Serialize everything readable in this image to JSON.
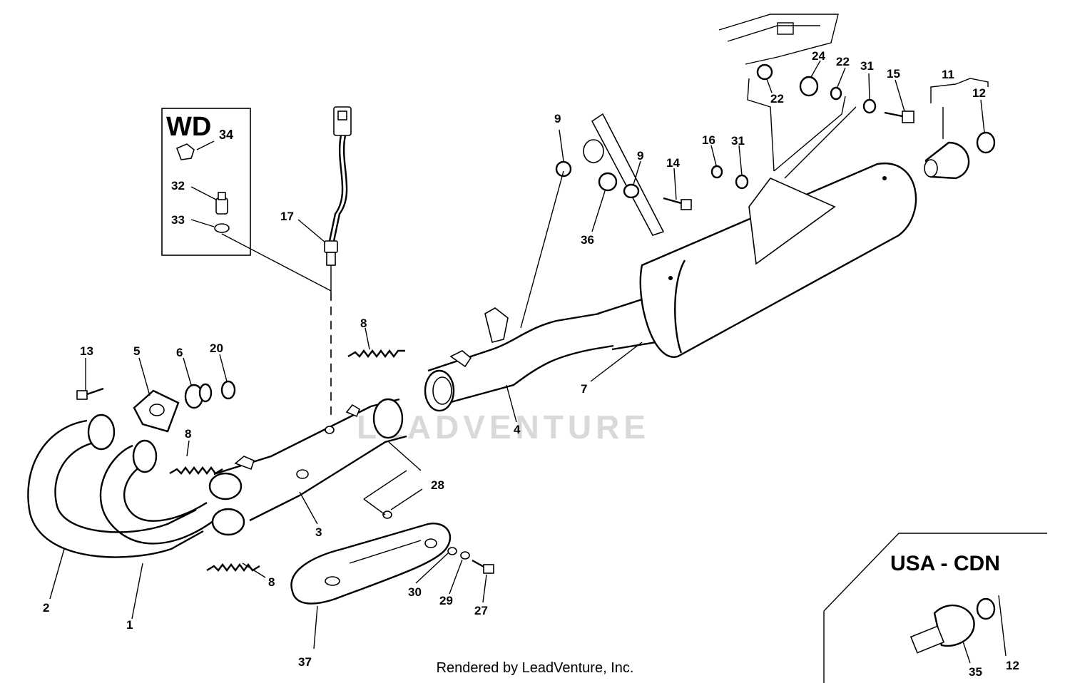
{
  "watermark": "LEADVENTURE",
  "footer": "Rendered by LeadVenture, Inc.",
  "inset_wd": {
    "title": "WD",
    "part_34": "34"
  },
  "inset_usa": {
    "title": "USA - CDN"
  },
  "labels": {
    "p1": "1",
    "p2": "2",
    "p3": "3",
    "p4": "4",
    "p5": "5",
    "p6": "6",
    "p7": "7",
    "p8a": "8",
    "p8b": "8",
    "p8c": "8",
    "p9a": "9",
    "p9b": "9",
    "p11": "11",
    "p12a": "12",
    "p12b": "12",
    "p13": "13",
    "p14": "14",
    "p15": "15",
    "p16": "16",
    "p17": "17",
    "p20": "20",
    "p22a": "22",
    "p22b": "22",
    "p24": "24",
    "p27": "27",
    "p28": "28",
    "p29": "29",
    "p30": "30",
    "p31a": "31",
    "p31b": "31",
    "p32": "32",
    "p33": "33",
    "p35": "35",
    "p36": "36",
    "p37": "37"
  }
}
